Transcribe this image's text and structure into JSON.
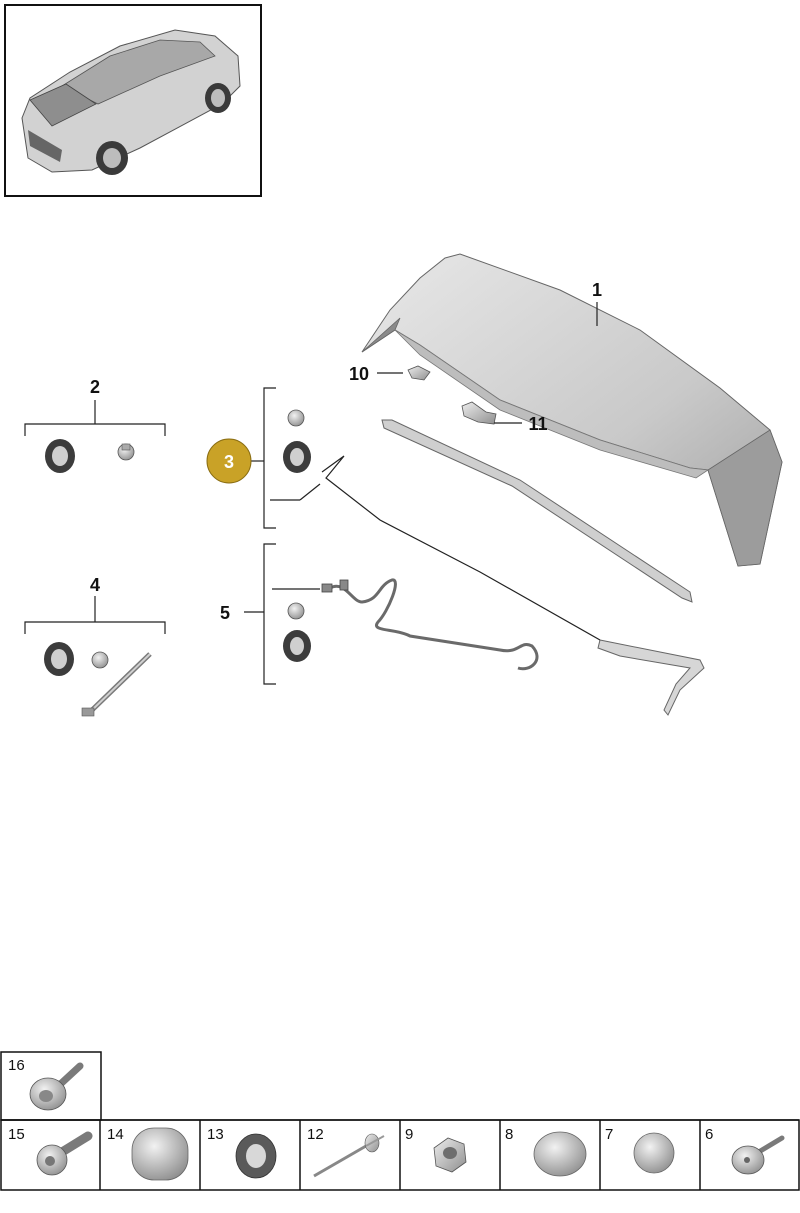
{
  "callouts": {
    "c1": "1",
    "c2": "2",
    "c3": "3",
    "c4": "4",
    "c5": "5",
    "c10": "10",
    "c11": "11"
  },
  "highlight_color": "#C9A227",
  "parts_table": {
    "top": [
      {
        "label": "16"
      }
    ],
    "bottom": [
      {
        "label": "15"
      },
      {
        "label": "14"
      },
      {
        "label": "13"
      },
      {
        "label": "12"
      },
      {
        "label": "9"
      },
      {
        "label": "8"
      },
      {
        "label": "7"
      },
      {
        "label": "6"
      }
    ]
  }
}
